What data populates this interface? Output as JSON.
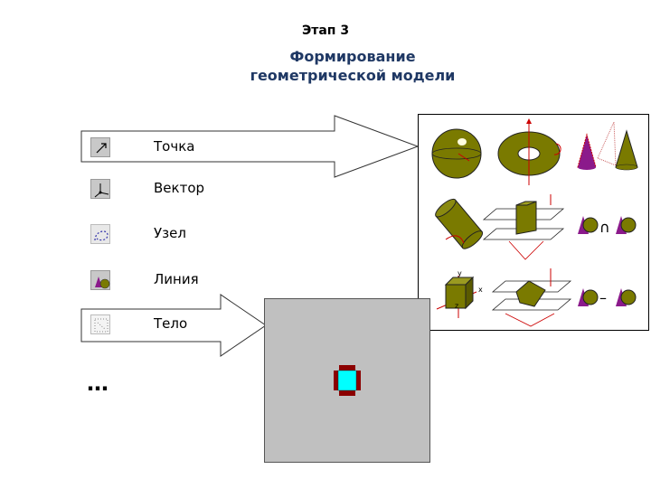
{
  "stage_label": "Этап 3",
  "title": {
    "line1": "Формирование",
    "line2": "геометрической модели"
  },
  "items": [
    {
      "label": "Точка",
      "icon": "arrow-diagonal-icon"
    },
    {
      "label": "Вектор",
      "icon": "axes-icon"
    },
    {
      "label": "Узел",
      "icon": "dashed-curve-icon"
    },
    {
      "label": "Линия",
      "icon": "solids-icon"
    },
    {
      "label": "Тело",
      "icon": "dotted-frame-icon"
    }
  ],
  "ellipsis": "…",
  "panel": {
    "axis_labels": {
      "y": "y",
      "x": "x",
      "z": "z"
    },
    "operators": {
      "union": "∩",
      "minus": "–"
    }
  },
  "colors": {
    "olive": "#7a7a00",
    "purple": "#8b1a8b",
    "red": "#cc0000",
    "cyan": "#00ffff",
    "dark_red": "#8b0000"
  }
}
